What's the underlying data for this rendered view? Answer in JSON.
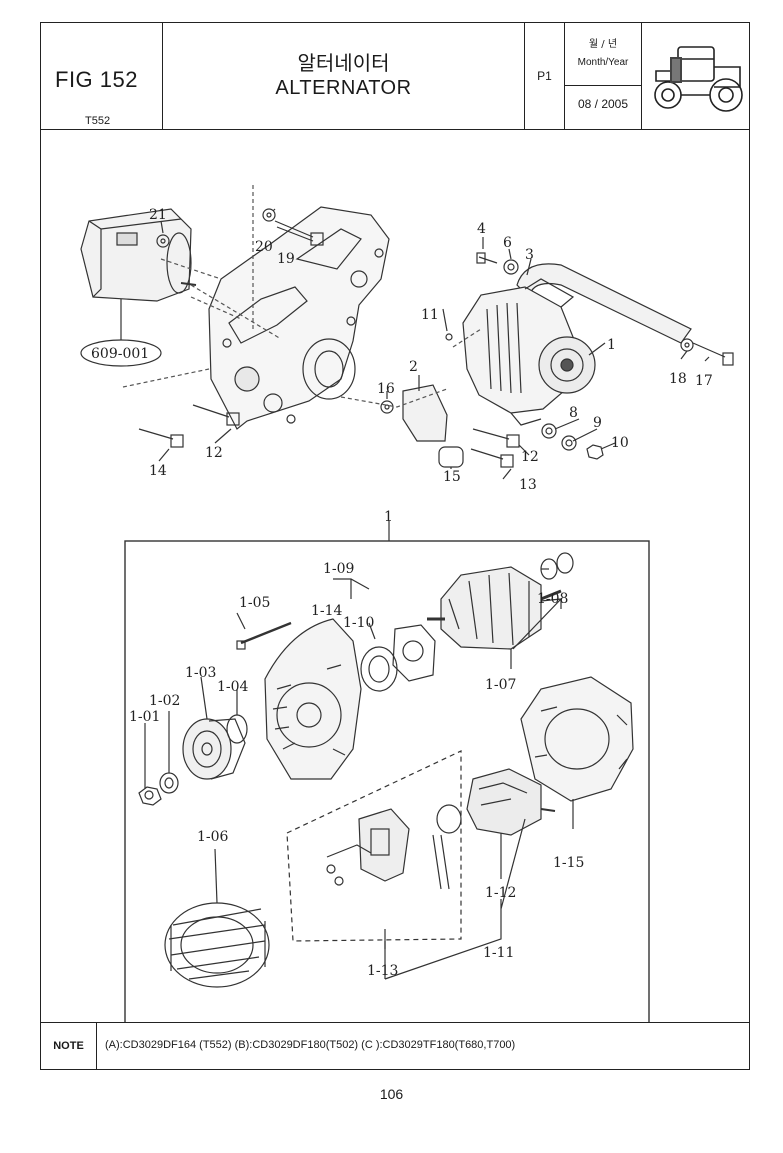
{
  "header": {
    "figure": "FIG 152",
    "model": "T552",
    "title_ko": "알터네이터",
    "title_en": "ALTERNATOR",
    "page_code": "P1",
    "date_label_ko": "월 / 년",
    "date_label_en": "Month/Year",
    "date_value": "08 / 2005"
  },
  "labels": {
    "l21": "21",
    "l20": "20",
    "l19": "19",
    "l4": "4",
    "l6": "6",
    "l3": "3",
    "l609": "609-001",
    "l11": "11",
    "l1": "1",
    "l18": "18",
    "l17": "17",
    "l16": "16",
    "l2": "2",
    "l8": "8",
    "l9": "9",
    "l10": "10",
    "l12a": "12",
    "l14": "14",
    "l12b": "12",
    "l15": "15",
    "l13": "13",
    "l1top": "1",
    "s109": "1-09",
    "s105": "1-05",
    "s114": "1-14",
    "s110": "1-10",
    "s108": "1-08",
    "s103": "1-03",
    "s102": "1-02",
    "s104": "1-04",
    "s101": "1-01",
    "s107": "1-07",
    "s106": "1-06",
    "s115": "1-15",
    "s112": "1-12",
    "s111": "1-11",
    "s113": "1-13"
  },
  "note": {
    "label": "NOTE",
    "text": "(A):CD3029DF164 (T552)  (B):CD3029DF180(T502)  (C ):CD3029TF180(T680,T700)"
  },
  "page_number": "106"
}
